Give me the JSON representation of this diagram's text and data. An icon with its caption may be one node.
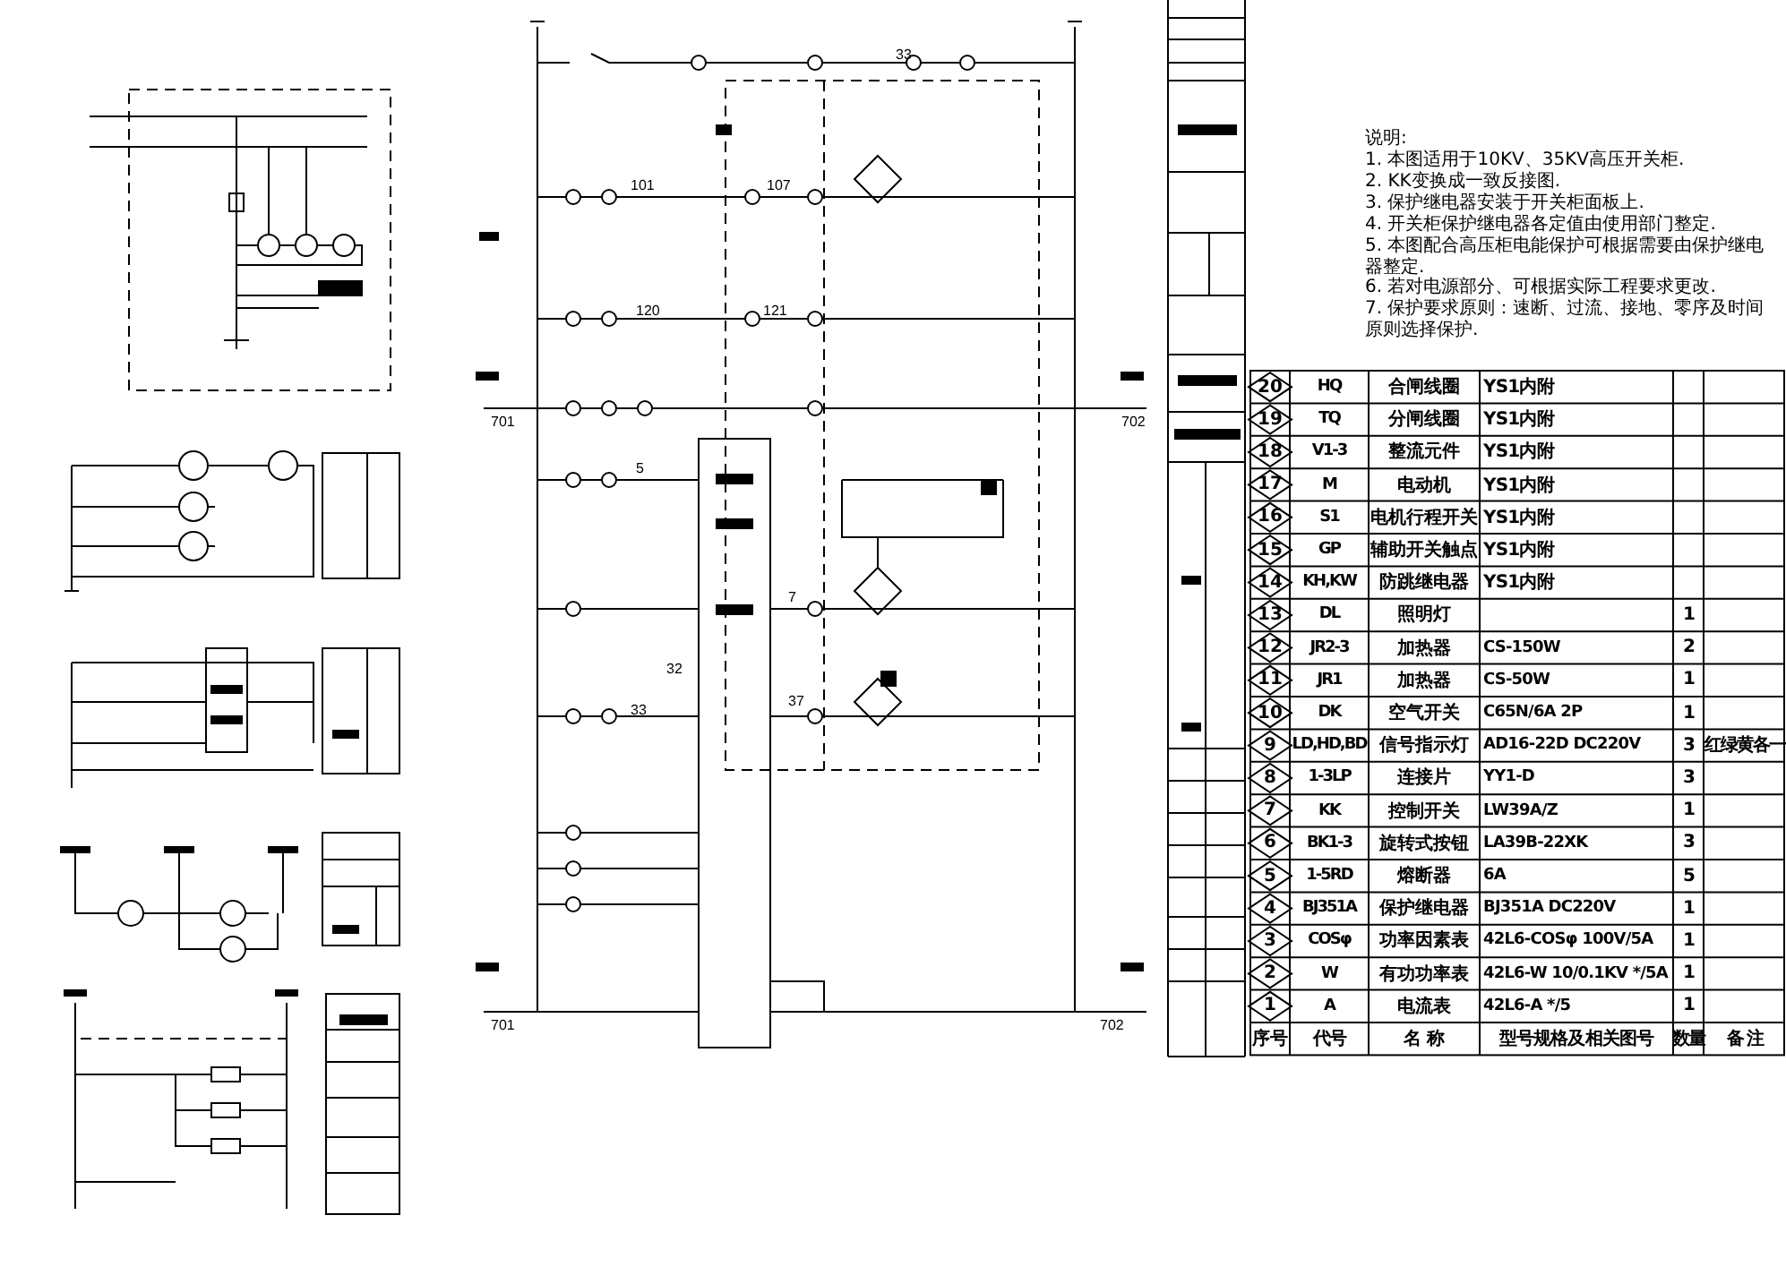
{
  "diagram": {
    "labels": [
      "说明:",
      "1. 本图适用于10KV、35KV高压开关柜.",
      "2. KK变换成一致反接图.",
      "3. 保护继电器安装于开关柜面板上.",
      "4. 开关柜保护继电器各定值由使用部门整定.",
      "5. 本图配合高压柜电能保护可根据需要由保护继电器整定.",
      "6. 若对电源部分、可根据实际工程要求更改.",
      "7. 保护要求原则：速断、过流、接地、零序及时间原则选择保护.",
      "101",
      "107",
      "120",
      "121",
      "33",
      "701",
      "702",
      "5",
      "7",
      "32",
      "33",
      "37",
      "701",
      "702",
      "20",
      "HQ",
      "合闸线圈",
      "YS1内附",
      "19",
      "TQ",
      "分闸线圈",
      "YS1内附",
      "18",
      "V1-3",
      "整流元件",
      "YS1内附",
      "17",
      "M",
      "电动机",
      "YS1内附",
      "16",
      "S1",
      "电机行程开关",
      "YS1内附",
      "15",
      "GP",
      "辅助开关触点",
      "YS1内附",
      "14",
      "KH,KW",
      "防跳继电器",
      "YS1内附",
      "13",
      "DL",
      "照明灯",
      "1",
      "12",
      "JR2-3",
      "加热器",
      "CS-150W",
      "2",
      "11",
      "JR1",
      "加热器",
      "CS-50W",
      "1",
      "10",
      "DK",
      "空气开关",
      "C65N/6A 2P",
      "1",
      "9",
      "LD,HD,BD",
      "信号指示灯",
      "AD16-22D DC220V",
      "3",
      "红绿黄各一",
      "8",
      "1-3LP",
      "连接片",
      "YY1-D",
      "3",
      "7",
      "KK",
      "控制开关",
      "LW39A/Z",
      "1",
      "6",
      "BK1-3",
      "旋转式按钮",
      "LA39B-22XK",
      "3",
      "5",
      "1-5RD",
      "熔断器",
      "6A",
      "5",
      "4",
      "BJ351A",
      "保护继电器",
      "BJ351A DC220V",
      "1",
      "3",
      "COSφ",
      "功率因素表",
      "42L6-COSφ 100V/5A",
      "1",
      "2",
      "W",
      "有功功率表",
      "42L6-W 10/0.1KV */5A",
      "1",
      "1",
      "A",
      "电流表",
      "42L6-A */5",
      "1",
      "序号",
      "代号",
      "名  称",
      "型号规格及相关图号",
      "数量",
      "备 注"
    ]
  }
}
